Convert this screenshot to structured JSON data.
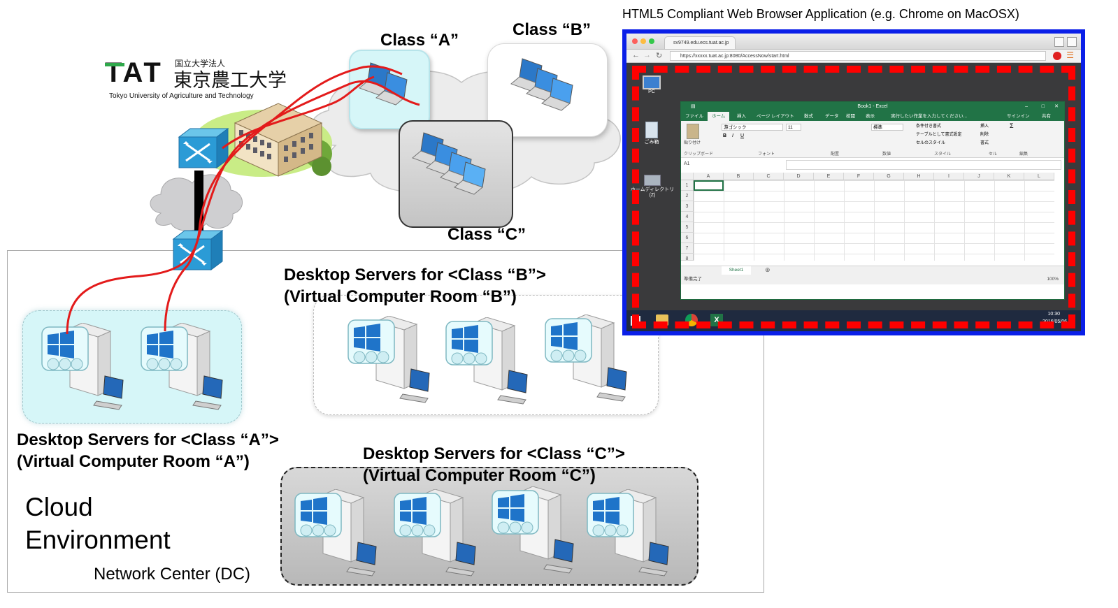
{
  "browser_caption": "HTML5 Compliant Web Browser Application (e.g. Chrome on MacOSX)",
  "classes": {
    "a": "Class “A”",
    "b": "Class “B”",
    "c": "Class “C”"
  },
  "logo": {
    "mark": "TAT",
    "jp_small": "国立大学法人",
    "jp_name": "東京農工大学",
    "en_name": "Tokyo University of Agriculture and Technology"
  },
  "rooms": {
    "a_line1": "Desktop Servers for <Class “A”>",
    "a_line2": "(Virtual Computer Room “A”)",
    "b_line1": "Desktop Servers for <Class “B”>",
    "b_line2": "(Virtual Computer Room “B”)",
    "c_line1": "Desktop Servers for <Class “C”>",
    "c_line2": "(Virtual Computer Room “C”)"
  },
  "cloud_env": {
    "line1": "Cloud",
    "line2": "Environment"
  },
  "network_center": "Network Center (DC)",
  "browser": {
    "tab_title": "sv9749.edu.ecs.tuat.ac.jp",
    "url": "https://xxxxx.tuat.ac.jp:8080/AccessNow/start.html",
    "desktop_icons": [
      "PC",
      "ごみ箱",
      "ホームディレクトリ(Z)"
    ],
    "excel": {
      "title": "Book1 - Excel",
      "tabs": [
        "ファイル",
        "ホーム",
        "挿入",
        "ページ レイアウト",
        "数式",
        "データ",
        "校閲",
        "表示",
        "実行したい作業を入力してください...",
        "サインイン",
        "共有"
      ],
      "font_name": "游ゴシック",
      "font_size": "11",
      "number_format": "標準",
      "groups": [
        "クリップボード",
        "フォント",
        "配置",
        "数値",
        "スタイル",
        "セル",
        "編集"
      ],
      "style_items": [
        "条件付き書式",
        "テーブルとして書式設定",
        "セルのスタイル"
      ],
      "cell_items": [
        "挿入",
        "削除",
        "書式"
      ],
      "paste_label": "貼り付け",
      "name_box": "A1",
      "columns": [
        "A",
        "B",
        "C",
        "D",
        "E",
        "F",
        "G",
        "H",
        "I",
        "J",
        "K",
        "L"
      ],
      "rows": [
        "1",
        "2",
        "3",
        "4",
        "5",
        "6",
        "7",
        "8"
      ],
      "sheet_tab": "Sheet1",
      "status": "準備完了",
      "zoom": "100%"
    },
    "clock_time": "10:30",
    "clock_date": "2016/05/06"
  },
  "colors": {
    "browser_border": "#0a1fe8",
    "dashed_overlay": "#ff0000",
    "cable": "#e31b1b",
    "room_a": "#d6f6f8",
    "room_c": "#c7c7c7",
    "excel_green": "#217346"
  }
}
